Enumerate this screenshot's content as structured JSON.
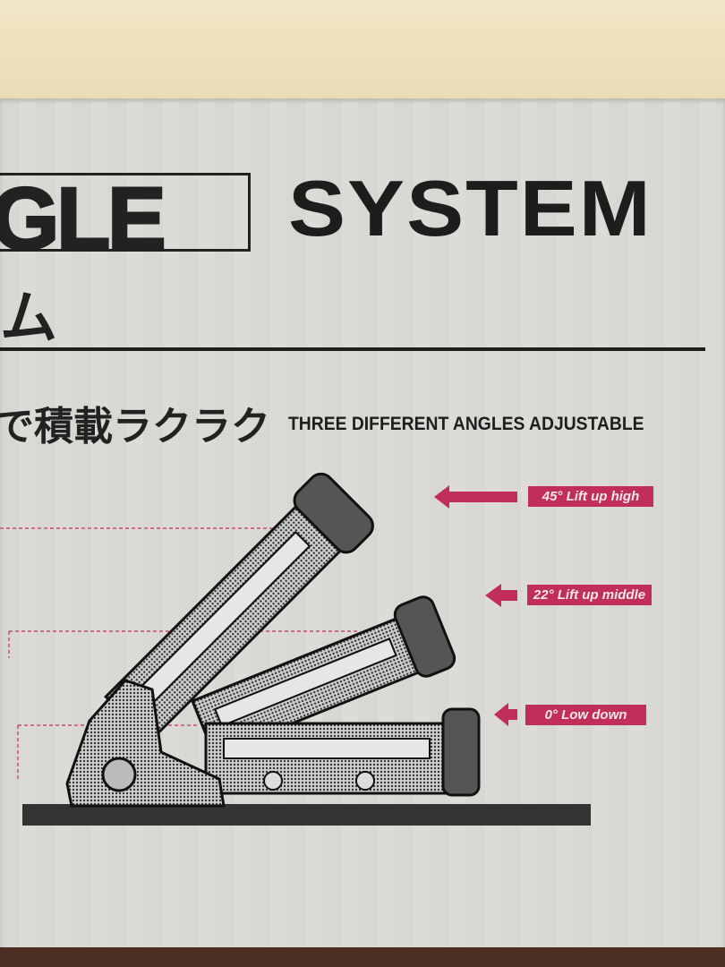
{
  "heading": {
    "partial_word": "GLE",
    "word": "SYSTEM",
    "jp_fragment": "ム"
  },
  "subheading": {
    "jp": "で積載ラクラク",
    "en": "THREE DIFFERENT ANGLES ADJUSTABLE"
  },
  "angles": [
    {
      "label": "45° Lift up high"
    },
    {
      "label": "22° Lift up middle"
    },
    {
      "label": "0° Low down"
    }
  ],
  "colors": {
    "label": "#c22e5a",
    "box": "#d9d8d3",
    "wall": "#eee2bf",
    "ink": "#222222"
  }
}
